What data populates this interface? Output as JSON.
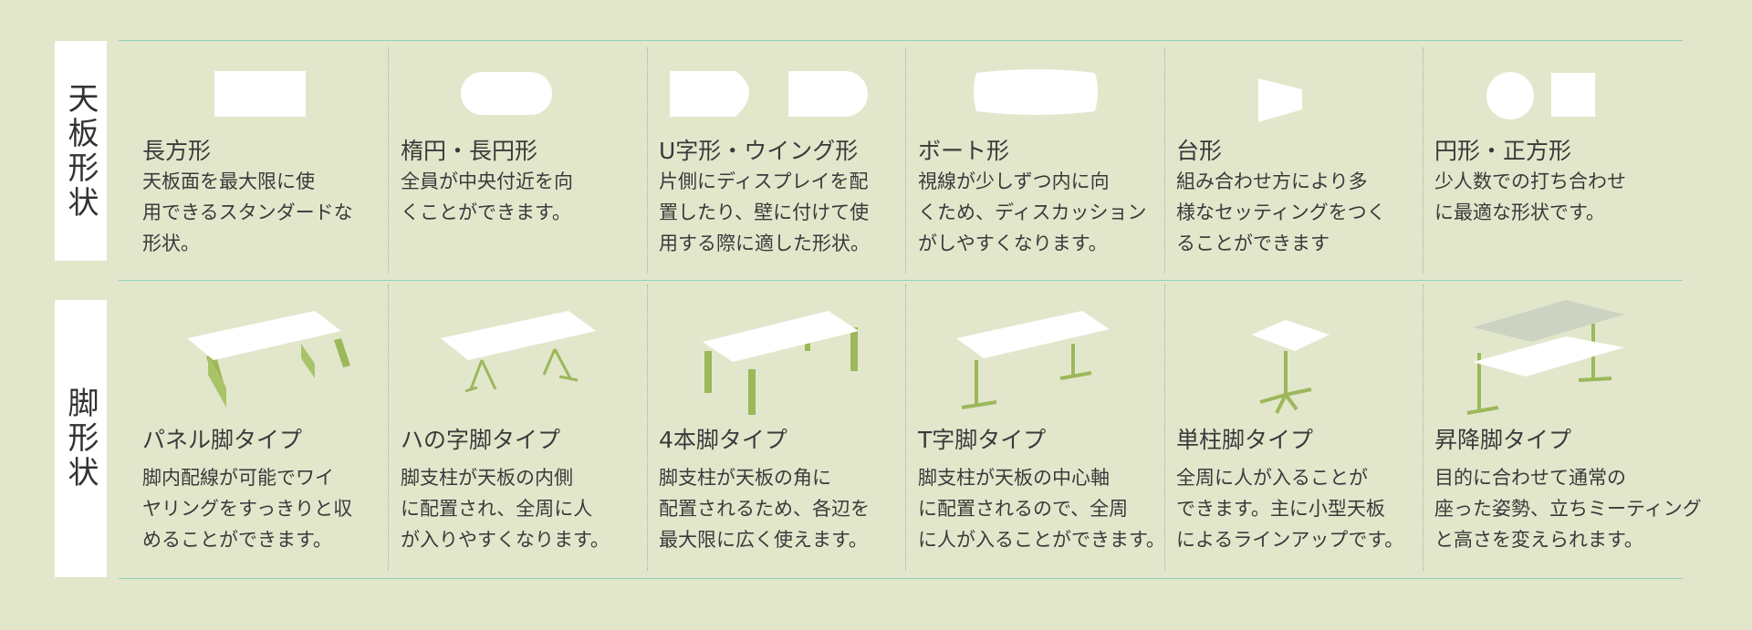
{
  "rows": {
    "top": {
      "label": "天板形状",
      "items": [
        {
          "icon": "rectangle-top-icon",
          "title": "長方形",
          "desc": [
            "天板面を最大限に使",
            "用できるスタンダードな",
            "形状。"
          ]
        },
        {
          "icon": "oval-top-icon",
          "title": "楕円・長円形",
          "desc": [
            "全員が中央付近を向",
            "くことができます。"
          ]
        },
        {
          "icon": "u-wing-top-icon",
          "title": "U字形・ウイング形",
          "desc": [
            "片側にディスプレイを配",
            "置したり、壁に付けて使",
            "用する際に適した形状。"
          ]
        },
        {
          "icon": "boat-top-icon",
          "title": "ボート形",
          "desc": [
            "視線が少しずつ内に向",
            "くため、ディスカッション",
            "がしやすくなります。"
          ]
        },
        {
          "icon": "trapezoid-top-icon",
          "title": "台形",
          "desc": [
            "組み合わせ方により多",
            "様なセッティングをつく",
            "ることができます"
          ]
        },
        {
          "icon": "circle-square-top-icon",
          "title": "円形・正方形",
          "desc": [
            "少人数での打ち合わせ",
            "に最適な形状です。"
          ]
        }
      ]
    },
    "leg": {
      "label": "脚形状",
      "items": [
        {
          "icon": "panel-leg-table-icon",
          "title": "パネル脚タイプ",
          "desc": [
            "脚内配線が可能でワイ",
            "ヤリングをすっきりと収",
            "めることができます。"
          ]
        },
        {
          "icon": "h-leg-table-icon",
          "title": "ハの字脚タイプ",
          "desc": [
            "脚支柱が天板の内側",
            "に配置され、全周に人",
            "が入りやすくなります。"
          ]
        },
        {
          "icon": "four-leg-table-icon",
          "title": "4本脚タイプ",
          "desc": [
            "脚支柱が天板の角に",
            "配置されるため、各辺を",
            "最大限に広く使えます。"
          ]
        },
        {
          "icon": "t-leg-table-icon",
          "title": "T字脚タイプ",
          "desc": [
            "脚支柱が天板の中心軸",
            "に配置されるので、全周",
            "に人が入ることができます。"
          ]
        },
        {
          "icon": "pedestal-leg-table-icon",
          "title": "単柱脚タイプ",
          "desc": [
            "全周に人が入ることが",
            "できます。主に小型天板",
            "によるラインアップです。"
          ]
        },
        {
          "icon": "lift-leg-table-icon",
          "title": "昇降脚タイプ",
          "desc": [
            "目的に合わせて通常の",
            "座った姿勢、立ちミーティング",
            "と高さを変えられます。"
          ]
        }
      ]
    }
  },
  "colors": {
    "background": "#e2e7cc",
    "rule": "#8fcfbf",
    "leg": "#9cb85a",
    "top": "#ffffff"
  }
}
